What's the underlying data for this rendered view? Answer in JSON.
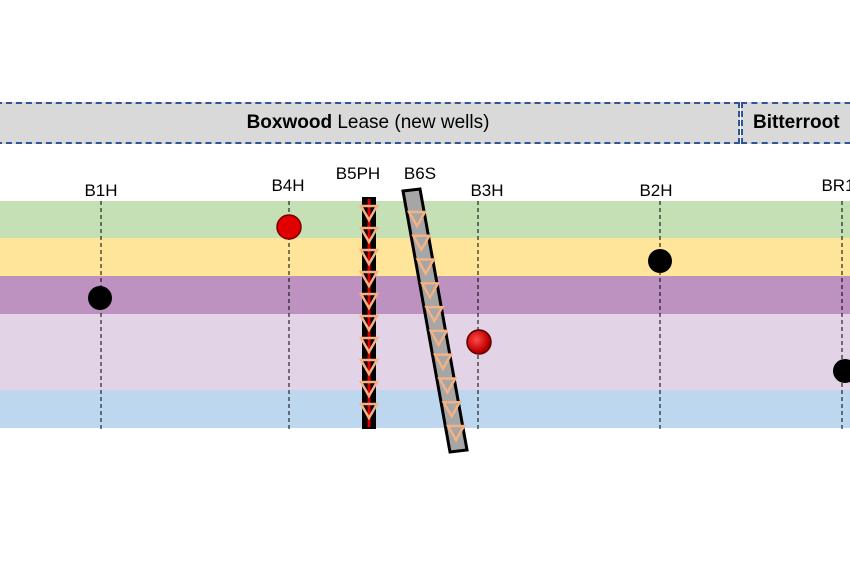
{
  "leases": [
    {
      "bold": "Boxwood",
      "rest": " Lease (new wells)"
    },
    {
      "bold": "Bitterroot",
      "rest": ""
    }
  ],
  "layers": [
    {
      "color": "#c5e0b4"
    },
    {
      "color": "#fee599"
    },
    {
      "color": "#bd92c0"
    },
    {
      "color": "#e2d4e6"
    },
    {
      "color": "#bdd7ee"
    }
  ],
  "wells": [
    {
      "label": "B1H",
      "type": "vertical",
      "marker": "black"
    },
    {
      "label": "B4H",
      "type": "vertical",
      "marker": "red"
    },
    {
      "label": "B5PH",
      "type": "pilot-hole"
    },
    {
      "label": "B6S",
      "type": "slanted"
    },
    {
      "label": "B3H",
      "type": "vertical",
      "marker": "red-gradient"
    },
    {
      "label": "B2H",
      "type": "vertical",
      "marker": "black"
    },
    {
      "label": "BR1",
      "type": "vertical",
      "marker": "black"
    }
  ],
  "colors": {
    "lease_border": "#2f5597",
    "lease_fill": "#d9d9d9",
    "pilot_red": "#e00000",
    "slant_fill": "#a6a6a6",
    "triangle": "#f4b183"
  }
}
